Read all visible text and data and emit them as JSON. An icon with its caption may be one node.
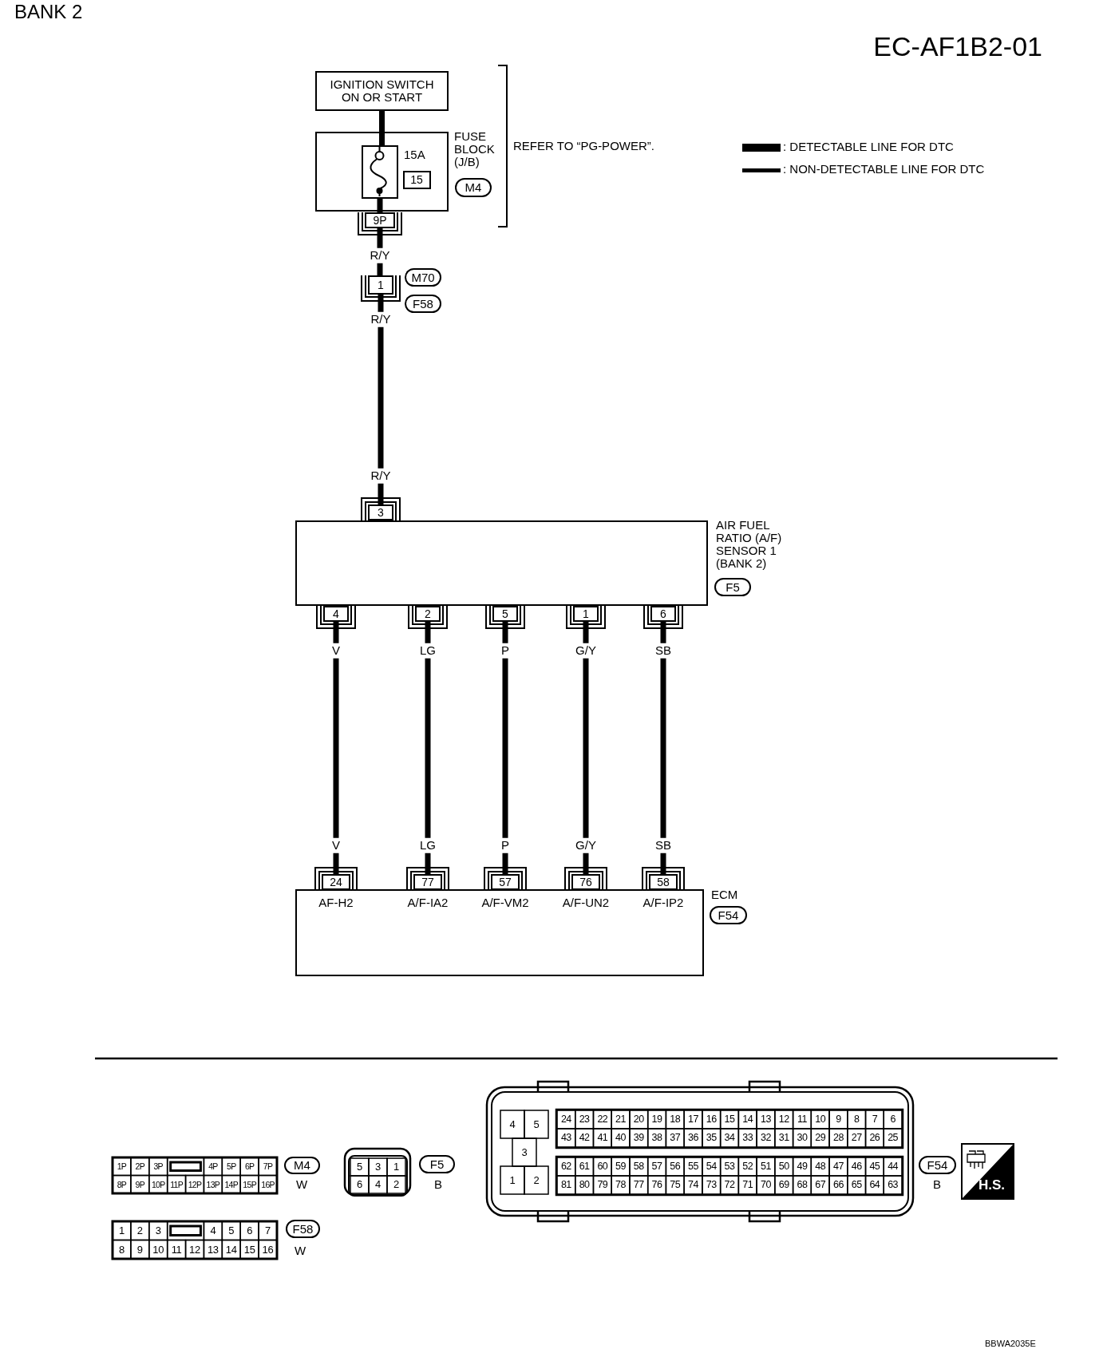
{
  "diagram": {
    "nodes": [
      {
        "text": [
          "IGNITION SWITCH ON OR START"
        ]
      },
      {
        "text": [
          "FUSE BLOCK (J/B)"
        ],
        "beside": [
          "M4"
        ]
      },
      {
        "text": [],
        "shape": "box",
        "in": 1,
        "beside": [
          "15A"
        ]
      },
      {
        "text": [
          "15"
        ],
        "in": 1
      },
      {
        "text": [
          "9P"
        ]
      },
      {
        "text": [
          "1"
        ],
        "beside": [
          "M70",
          "F58"
        ]
      },
      {
        "text": [
          "3"
        ]
      },
      {
        "text": [
          "AIR FUEL RATIO (A/F) SENSOR 1 (BANK 2)"
        ],
        "beside": [
          "F5"
        ]
      },
      {
        "text": [
          "4"
        ]
      },
      {
        "text": [
          "2"
        ]
      },
      {
        "text": [
          "5"
        ]
      },
      {
        "text": [
          "1"
        ]
      },
      {
        "text": [
          "6"
        ]
      },
      {
        "text": [
          "24"
        ]
      },
      {
        "text": [
          "77"
        ]
      },
      {
        "text": [
          "57"
        ]
      },
      {
        "text": [
          "76"
        ]
      },
      {
        "text": [
          "58"
        ]
      },
      {
        "text": [
          "ECM"
        ],
        "beside": [
          "F54"
        ]
      }
    ],
    "edges": [
      {
        "from": 0,
        "to": 2,
        "arrow": "none"
      },
      {
        "from": 2,
        "to": 4,
        "arrow": "none"
      },
      {
        "from": 4,
        "to": 5,
        "arrow": "none",
        "label": "R/Y"
      },
      {
        "from": 5,
        "to": 6,
        "arrow": "none",
        "label": "R/Y"
      },
      {
        "from": 8,
        "to": 13,
        "arrow": "none",
        "label": "V"
      },
      {
        "from": 9,
        "to": 14,
        "arrow": "none",
        "label": "LG"
      },
      {
        "from": 10,
        "to": 15,
        "arrow": "none",
        "label": "P"
      },
      {
        "from": 11,
        "to": 16,
        "arrow": "none",
        "label": "G/Y"
      },
      {
        "from": 12,
        "to": 17,
        "arrow": "none",
        "label": "SB"
      }
    ],
    "labels": [
      "BANK 2",
      "EC-AF1B2-01",
      "REFER TO “PG-POWER”.",
      "R/Y",
      "V",
      "LG",
      "P",
      "G/Y",
      "SB",
      "AF-H2",
      "A/F-IA2",
      "A/F-VM2",
      "A/F-UN2",
      "A/F-IP2",
      "1P",
      "2P",
      "3P",
      "4P",
      "5P",
      "6P",
      "7P",
      "8P",
      "9P",
      "10P",
      "11P",
      "12P",
      "13P",
      "14P",
      "15P",
      "16P",
      "M4",
      "W",
      "5",
      "3",
      "1",
      "6",
      "4",
      "2",
      "F5",
      "B",
      "4",
      "5",
      "3",
      "1",
      "2",
      "24",
      "23",
      "22",
      "21",
      "20",
      "19",
      "18",
      "17",
      "16",
      "15",
      "14",
      "13",
      "12",
      "11",
      "10",
      "9",
      "8",
      "7",
      "6",
      "43",
      "42",
      "41",
      "40",
      "39",
      "38",
      "37",
      "36",
      "35",
      "34",
      "33",
      "32",
      "31",
      "30",
      "29",
      "28",
      "27",
      "26",
      "25",
      "62",
      "61",
      "60",
      "59",
      "58",
      "57",
      "56",
      "55",
      "54",
      "53",
      "52",
      "51",
      "50",
      "49",
      "48",
      "47",
      "46",
      "45",
      "44",
      "81",
      "80",
      "79",
      "78",
      "77",
      "76",
      "75",
      "74",
      "73",
      "72",
      "71",
      "70",
      "69",
      "68",
      "67",
      "66",
      "65",
      "64",
      "63",
      "F54",
      "B",
      "H.S.",
      "1",
      "2",
      "3",
      "4",
      "5",
      "6",
      "7",
      "8",
      "9",
      "10",
      "11",
      "12",
      "13",
      "14",
      "15",
      "16",
      "F58",
      "W",
      "BBWA2035E"
    ],
    "legend": [
      {
        "text": ": DETECTABLE LINE FOR DTC"
      },
      {
        "text": ": NON-DETECTABLE LINE FOR DTC"
      }
    ]
  }
}
